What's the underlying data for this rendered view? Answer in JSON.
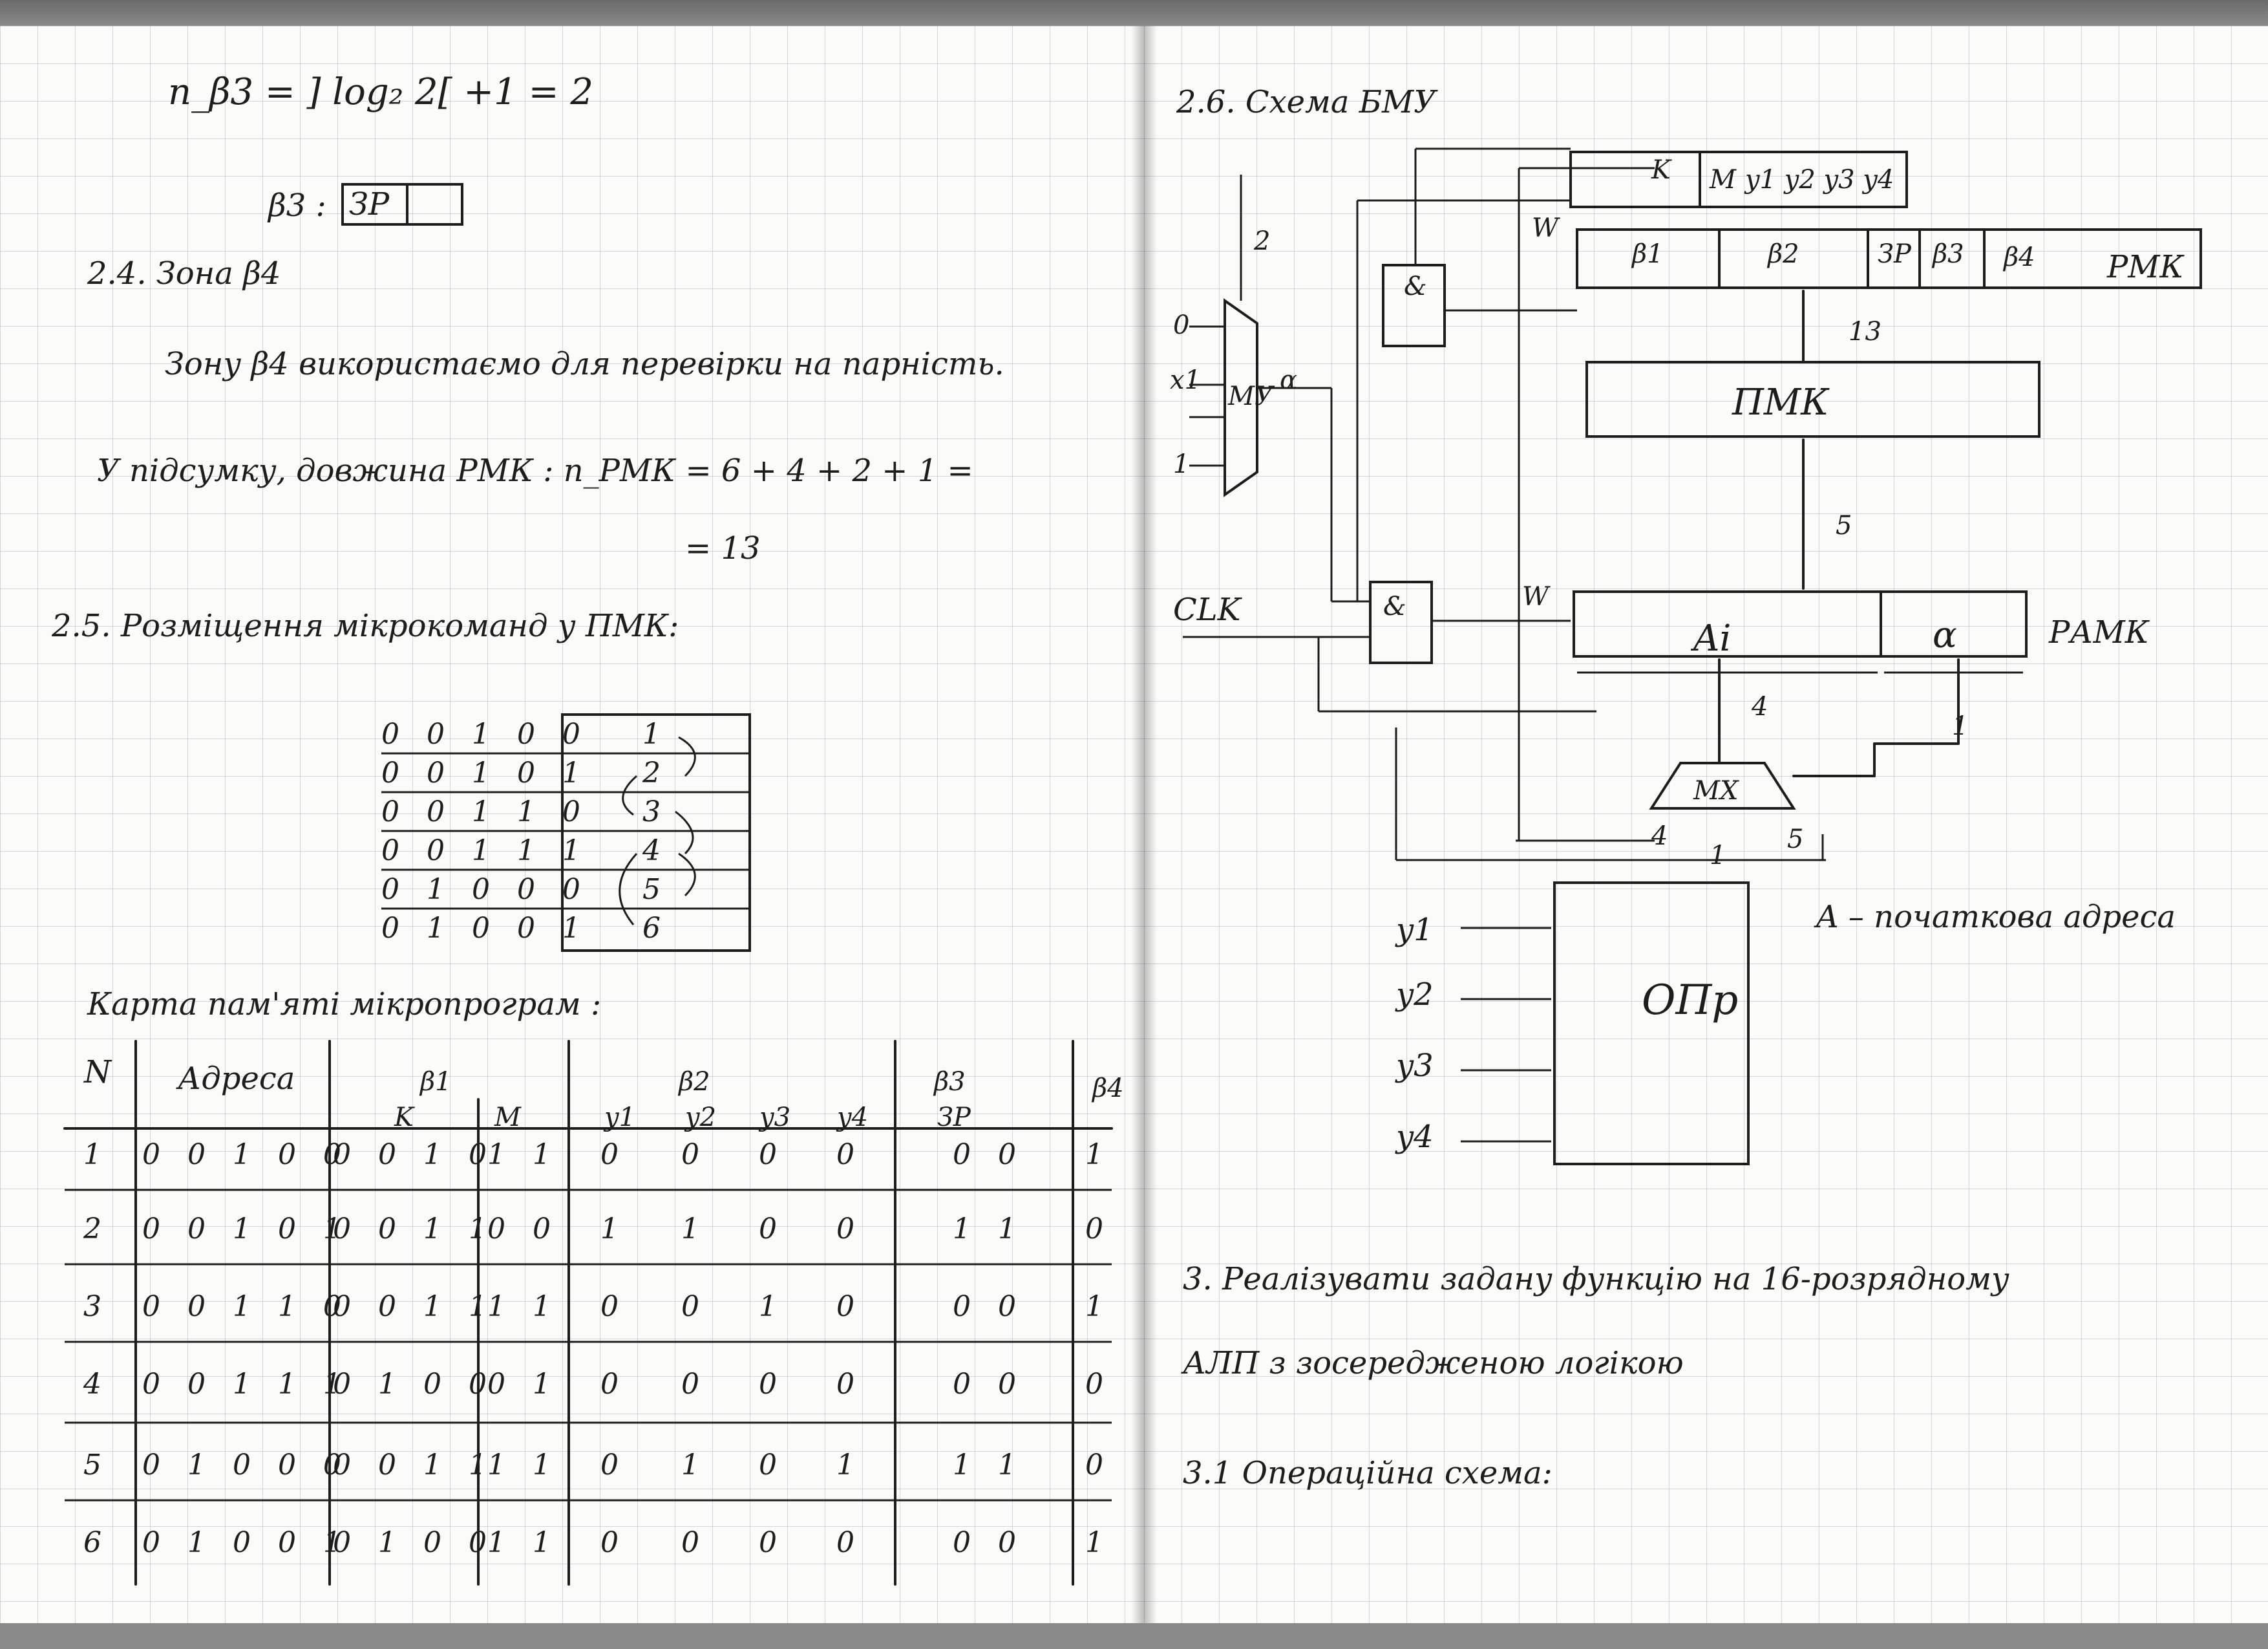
{
  "left_page": {
    "eq_top": "n_β3 = ] log₂ 2[ +1 = 2",
    "b3_label": "β3 :",
    "b3_box": "ЗР",
    "sec24_title": "2.4.   Зона β4",
    "sec24_text": "Зону β4 використаємо для перевірки на парність.",
    "summary_line1": "У підсумку, довжина РМК : n_РМК = 6 + 4 + 2 + 1 =",
    "summary_line2": "= 13",
    "sec25_title": "2.5. Розміщення мікрокоманд у ПМК:",
    "placement": {
      "addresses": [
        "0 0 1 0 0",
        "0 0 1 0 1",
        "0 0 1 1 0",
        "0 0 1 1 1",
        "0 1 0 0 0",
        "0 1 0 0 1"
      ],
      "cells": [
        "1",
        "2",
        "3",
        "4",
        "5",
        "6"
      ]
    },
    "map_title": "Карта пам'яті мікропрограм :",
    "table": {
      "headers": {
        "n": "N",
        "addr": "Адреса",
        "b1": "β1",
        "k": "K",
        "m": "M",
        "b2": "β2",
        "y1": "y1",
        "y2": "y2",
        "y3": "y3",
        "y4": "y4",
        "b3": "β3",
        "zr": "ЗР",
        "b4": "β4"
      },
      "rows": [
        {
          "n": "1",
          "addr": "0 0 1 0 0",
          "k": "0 0 1 0",
          "m": "1 1",
          "y1": "0",
          "y2": "0",
          "y3": "0",
          "y4": "0",
          "zr": "0 0",
          "b4": "1"
        },
        {
          "n": "2",
          "addr": "0 0 1 0 1",
          "k": "0 0 1 1",
          "m": "0 0",
          "y1": "1",
          "y2": "1",
          "y3": "0",
          "y4": "0",
          "zr": "1 1",
          "b4": "0"
        },
        {
          "n": "3",
          "addr": "0 0 1 1 0",
          "k": "0 0 1 1",
          "m": "1 1",
          "y1": "0",
          "y2": "0",
          "y3": "1",
          "y4": "0",
          "zr": "0 0",
          "b4": "1"
        },
        {
          "n": "4",
          "addr": "0 0 1 1 1",
          "k": "0 1 0 0",
          "m": "0 1",
          "y1": "0",
          "y2": "0",
          "y3": "0",
          "y4": "0",
          "zr": "0 0",
          "b4": "0"
        },
        {
          "n": "5",
          "addr": "0 1 0 0 0",
          "k": "0 0 1 1",
          "m": "1 1",
          "y1": "0",
          "y2": "1",
          "y3": "0",
          "y4": "1",
          "zr": "1 1",
          "b4": "0"
        },
        {
          "n": "6",
          "addr": "0 1 0 0 1",
          "k": "0 1 0 0",
          "m": "1 1",
          "y1": "0",
          "y2": "0",
          "y3": "0",
          "y4": "0",
          "zr": "0 0",
          "b4": "1"
        }
      ]
    }
  },
  "right_page": {
    "sec26_title": "2.6. Схема БМУ",
    "rmk_fields": {
      "k": "K",
      "m": "M",
      "y": "y1 y2 y3 y4",
      "b1": "β1",
      "b2": "β2",
      "zr": "ЗР",
      "b3": "β3",
      "b4": "β4"
    },
    "rmk_label": "РМК",
    "pmk_label": "ПМК",
    "ramk_ai": "Ai",
    "ramk_alpha": "α",
    "ramk_label": "РАМК",
    "mu_label": "МУ",
    "mu_inputs": [
      "0",
      "x1",
      "1"
    ],
    "mu_out": "α",
    "mx_label": "МХ",
    "and_label": "&",
    "w_label": "W",
    "clk_label": "CLK",
    "bus_labels": {
      "two": "2",
      "thirteen": "13",
      "five": "5",
      "four": "4",
      "one": "1",
      "mx_four": "4",
      "mx_one": "1",
      "mx_five": "5"
    },
    "a_note": "A – початкова адреса",
    "opr_label": "ОПр",
    "opr_inputs": [
      "y1",
      "y2",
      "y3",
      "y4"
    ],
    "sec3_line1": "3.  Реалізувати задану функцію на 16-розрядному",
    "sec3_line2": "АЛП з зосередженою логікою",
    "sec31": "3.1  Операційна схема:"
  }
}
